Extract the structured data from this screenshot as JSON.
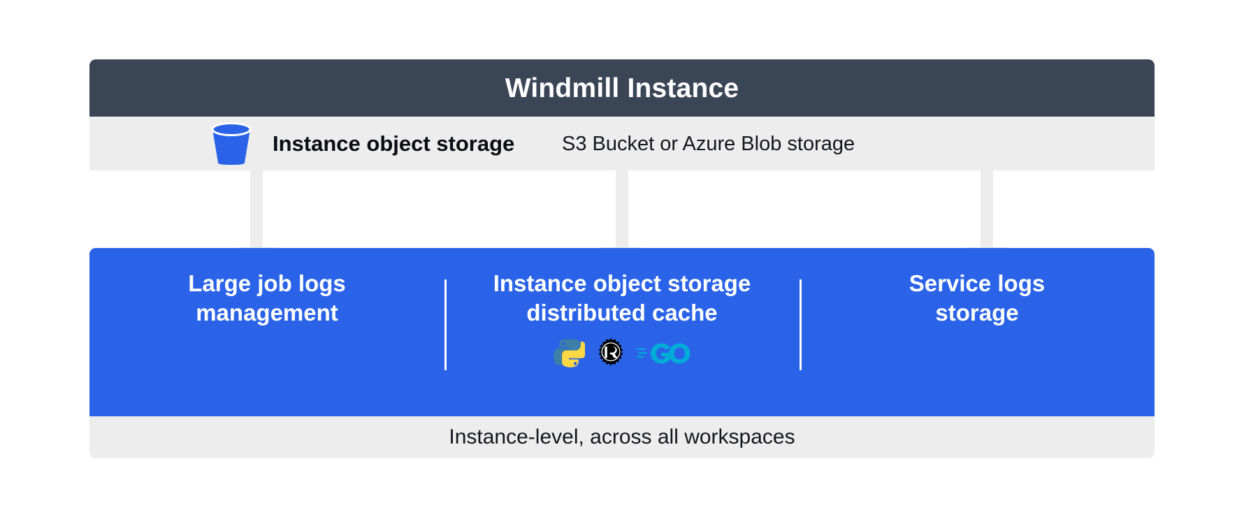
{
  "diagram": {
    "title": "Windmill Instance",
    "header_bg": "#3a4556",
    "panel_bg": "#2a63e8",
    "row_bg": "#ededed",
    "arrow_color": "#ededed"
  },
  "storage_row": {
    "icon": "bucket-icon",
    "label": "Instance object storage",
    "sub_label": "S3 Bucket or Azure Blob storage",
    "bucket_color": "#2a63e8"
  },
  "columns": [
    {
      "id": "large-job-logs-management",
      "title": "Large job logs\nmanagement",
      "languages": []
    },
    {
      "id": "instance-object-storage-distributed-cache",
      "title": "Instance object storage\ndistributed cache",
      "languages": [
        {
          "name": "python-logo",
          "label": "Python",
          "colors": [
            "#3d7fa6",
            "#ffd845"
          ]
        },
        {
          "name": "rust-logo",
          "label": "Rust",
          "colors": [
            "#000000"
          ]
        },
        {
          "name": "go-logo",
          "label": "Go",
          "colors": [
            "#00acd7"
          ]
        }
      ]
    },
    {
      "id": "service-logs-storage",
      "title": "Service logs\nstorage",
      "languages": []
    }
  ],
  "footer": {
    "text": "Instance-level, across all workspaces"
  }
}
